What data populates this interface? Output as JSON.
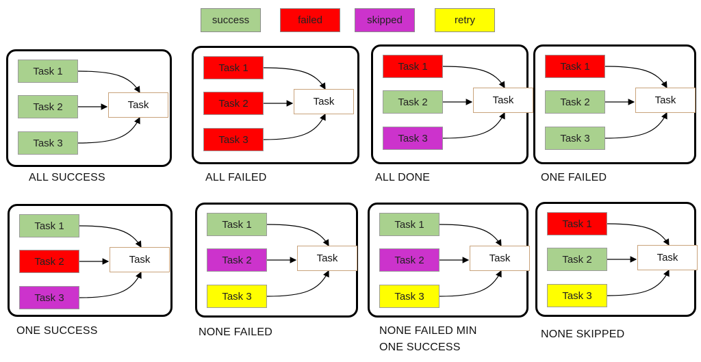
{
  "colors": {
    "success": "#a9d18e",
    "failed": "#ff0000",
    "skipped": "#cc33cc",
    "retry": "#ffff00"
  },
  "legend": [
    {
      "label": "success",
      "status": "success"
    },
    {
      "label": "failed",
      "status": "failed"
    },
    {
      "label": "skipped",
      "status": "skipped"
    },
    {
      "label": "retry",
      "status": "retry"
    }
  ],
  "panels": [
    {
      "caption": "ALL SUCCESS",
      "target": "Task",
      "tasks": [
        {
          "label": "Task 1",
          "status": "success"
        },
        {
          "label": "Task 2",
          "status": "success"
        },
        {
          "label": "Task 3",
          "status": "success"
        }
      ]
    },
    {
      "caption": "ALL FAILED",
      "target": "Task",
      "tasks": [
        {
          "label": "Task 1",
          "status": "failed"
        },
        {
          "label": "Task 2",
          "status": "failed"
        },
        {
          "label": "Task 3",
          "status": "failed"
        }
      ]
    },
    {
      "caption": "ALL DONE",
      "target": "Task",
      "tasks": [
        {
          "label": "Task 1",
          "status": "failed"
        },
        {
          "label": "Task 2",
          "status": "success"
        },
        {
          "label": "Task 3",
          "status": "skipped"
        }
      ]
    },
    {
      "caption": "ONE FAILED",
      "target": "Task",
      "tasks": [
        {
          "label": "Task 1",
          "status": "failed"
        },
        {
          "label": "Task 2",
          "status": "success"
        },
        {
          "label": "Task 3",
          "status": "success"
        }
      ]
    },
    {
      "caption": "ONE SUCCESS",
      "target": "Task",
      "tasks": [
        {
          "label": "Task 1",
          "status": "success"
        },
        {
          "label": "Task 2",
          "status": "failed"
        },
        {
          "label": "Task 3",
          "status": "skipped"
        }
      ]
    },
    {
      "caption": "NONE FAILED",
      "target": "Task",
      "tasks": [
        {
          "label": "Task 1",
          "status": "success"
        },
        {
          "label": "Task 2",
          "status": "skipped"
        },
        {
          "label": "Task 3",
          "status": "retry"
        }
      ]
    },
    {
      "caption": "NONE FAILED MIN\nONE SUCCESS",
      "target": "Task",
      "tasks": [
        {
          "label": "Task 1",
          "status": "success"
        },
        {
          "label": "Task 2",
          "status": "skipped"
        },
        {
          "label": "Task 3",
          "status": "retry"
        }
      ]
    },
    {
      "caption": "NONE SKIPPED",
      "target": "Task",
      "tasks": [
        {
          "label": "Task 1",
          "status": "failed"
        },
        {
          "label": "Task 2",
          "status": "success"
        },
        {
          "label": "Task 3",
          "status": "retry"
        }
      ]
    }
  ]
}
